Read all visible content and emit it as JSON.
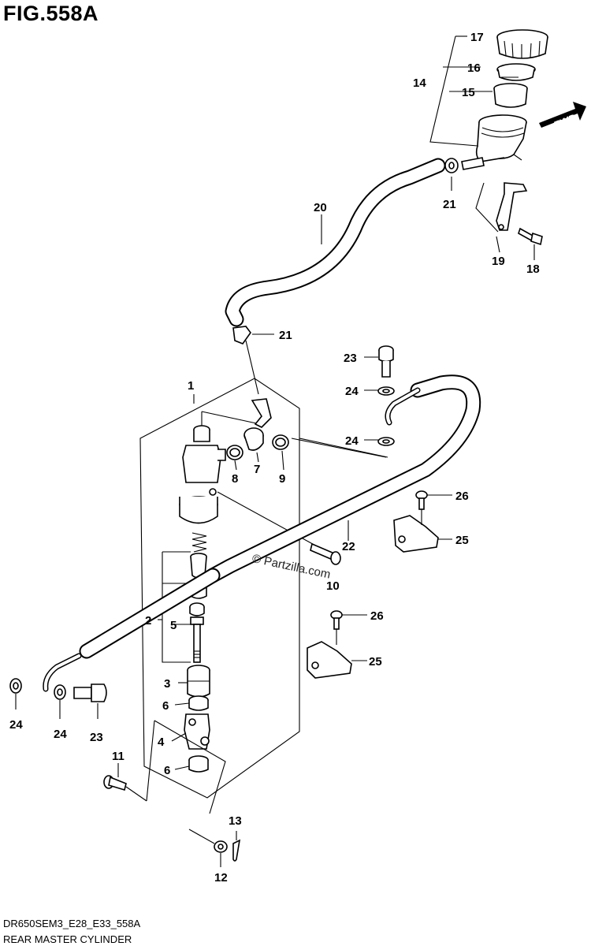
{
  "figure": {
    "title": "FIG.558A",
    "code": "DR650SEM3_E28_E33_558A",
    "name": "REAR MASTER CYLINDER",
    "watermark": "© Partzilla.com",
    "fwd_label": "FWD"
  },
  "callouts": [
    {
      "id": "c1",
      "label": "1"
    },
    {
      "id": "c2",
      "label": "2"
    },
    {
      "id": "c3",
      "label": "3"
    },
    {
      "id": "c4",
      "label": "4"
    },
    {
      "id": "c5",
      "label": "5"
    },
    {
      "id": "c6a",
      "label": "6"
    },
    {
      "id": "c6b",
      "label": "6"
    },
    {
      "id": "c7",
      "label": "7"
    },
    {
      "id": "c8",
      "label": "8"
    },
    {
      "id": "c9",
      "label": "9"
    },
    {
      "id": "c10",
      "label": "10"
    },
    {
      "id": "c11",
      "label": "11"
    },
    {
      "id": "c12",
      "label": "12"
    },
    {
      "id": "c13",
      "label": "13"
    },
    {
      "id": "c14",
      "label": "14"
    },
    {
      "id": "c15",
      "label": "15"
    },
    {
      "id": "c16",
      "label": "16"
    },
    {
      "id": "c17",
      "label": "17"
    },
    {
      "id": "c18",
      "label": "18"
    },
    {
      "id": "c19",
      "label": "19"
    },
    {
      "id": "c20",
      "label": "20"
    },
    {
      "id": "c21a",
      "label": "21"
    },
    {
      "id": "c21b",
      "label": "21"
    },
    {
      "id": "c22",
      "label": "22"
    },
    {
      "id": "c23a",
      "label": "23"
    },
    {
      "id": "c23b",
      "label": "23"
    },
    {
      "id": "c24a",
      "label": "24"
    },
    {
      "id": "c24b",
      "label": "24"
    },
    {
      "id": "c24c",
      "label": "24"
    },
    {
      "id": "c24d",
      "label": "24"
    },
    {
      "id": "c25a",
      "label": "25"
    },
    {
      "id": "c25b",
      "label": "25"
    },
    {
      "id": "c26a",
      "label": "26"
    },
    {
      "id": "c26b",
      "label": "26"
    }
  ]
}
